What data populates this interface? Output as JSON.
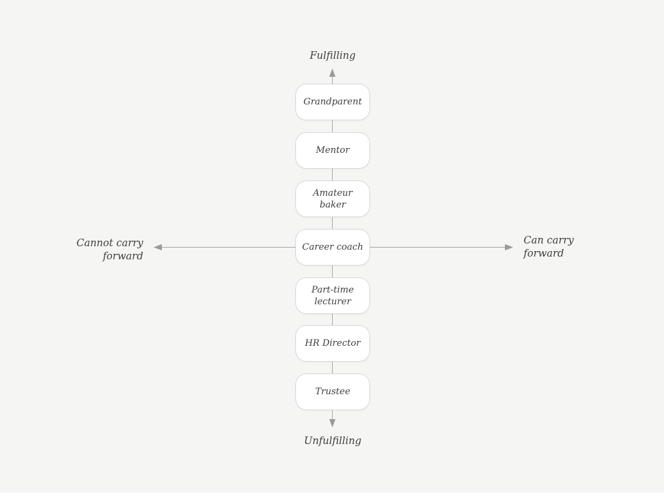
{
  "canvas": {
    "background": "#f5f5f4",
    "bottom_strip_color": "#ffffff"
  },
  "axis": {
    "top_label": "Fulfilling",
    "bottom_label": "Unfulfilling",
    "left_label_lines": [
      "Cannot carry",
      "forward"
    ],
    "right_label_lines": [
      "Can carry",
      "forward"
    ],
    "line_color": "#a8a8a8",
    "arrow_color": "#9a9a9a"
  },
  "colors": {
    "node_fill": "#ffffff",
    "node_border": "#d9d9d9",
    "text": "#3d3d3d"
  },
  "nodes": [
    {
      "label": "Grandparent",
      "lines": [
        "Grandparent"
      ]
    },
    {
      "label": "Mentor",
      "lines": [
        "Mentor"
      ]
    },
    {
      "label": "Amateur baker",
      "lines": [
        "Amateur",
        "baker"
      ]
    },
    {
      "label": "Career coach",
      "lines": [
        "Career coach"
      ]
    },
    {
      "label": "Part-time lecturer",
      "lines": [
        "Part-time",
        "lecturer"
      ]
    },
    {
      "label": "HR Director",
      "lines": [
        "HR Director"
      ]
    },
    {
      "label": "Trustee",
      "lines": [
        "Trustee"
      ]
    }
  ]
}
